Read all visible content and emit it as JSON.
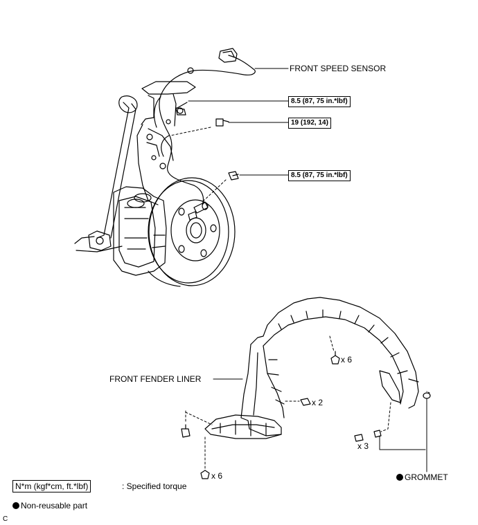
{
  "labels": {
    "front_speed_sensor": "FRONT SPEED SENSOR",
    "front_fender_liner": "FRONT FENDER LINER",
    "grommet": "GROMMET"
  },
  "torques": [
    "8.5 (87, 75 in.*lbf)",
    "19 (192, 14)",
    "8.5 (87, 75 in.*lbf)"
  ],
  "quantities": {
    "liner_top_clips": "x 6",
    "liner_side_bolts": "x 2",
    "liner_rear_screws": "x 3",
    "liner_bottom_clips": "x 6"
  },
  "legend": {
    "torque_units": "N*m (kgf*cm, ft.*lbf)",
    "torque_desc": ": Specified torque",
    "non_reusable": "Non-reusable part"
  },
  "corner_code": "C"
}
